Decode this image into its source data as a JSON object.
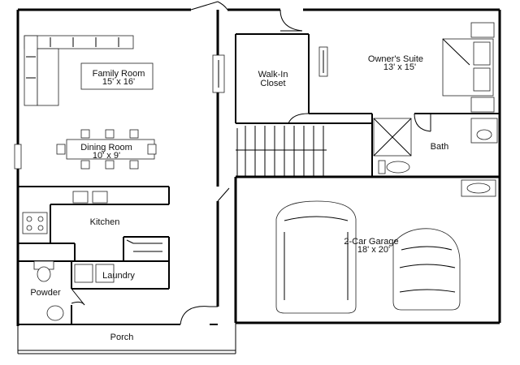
{
  "rooms": {
    "family_room": {
      "name": "Family Room",
      "size": "15' x 16'"
    },
    "dining_room": {
      "name": "Dining Room",
      "size": "10' x 9'"
    },
    "kitchen": {
      "name": "Kitchen"
    },
    "laundry": {
      "name": "Laundry"
    },
    "powder": {
      "name": "Powder"
    },
    "porch": {
      "name": "Porch"
    },
    "walk_in_closet": {
      "line1": "Walk-In",
      "line2": "Closet"
    },
    "owners_suite": {
      "name": "Owner's Suite",
      "size": "13' x 15'"
    },
    "bath": {
      "name": "Bath"
    },
    "garage": {
      "name": "2-Car Garage",
      "size": "18' x 20'"
    }
  },
  "colors": {
    "wall": "#000000",
    "background": "#ffffff",
    "furniture": "#ffffff"
  }
}
